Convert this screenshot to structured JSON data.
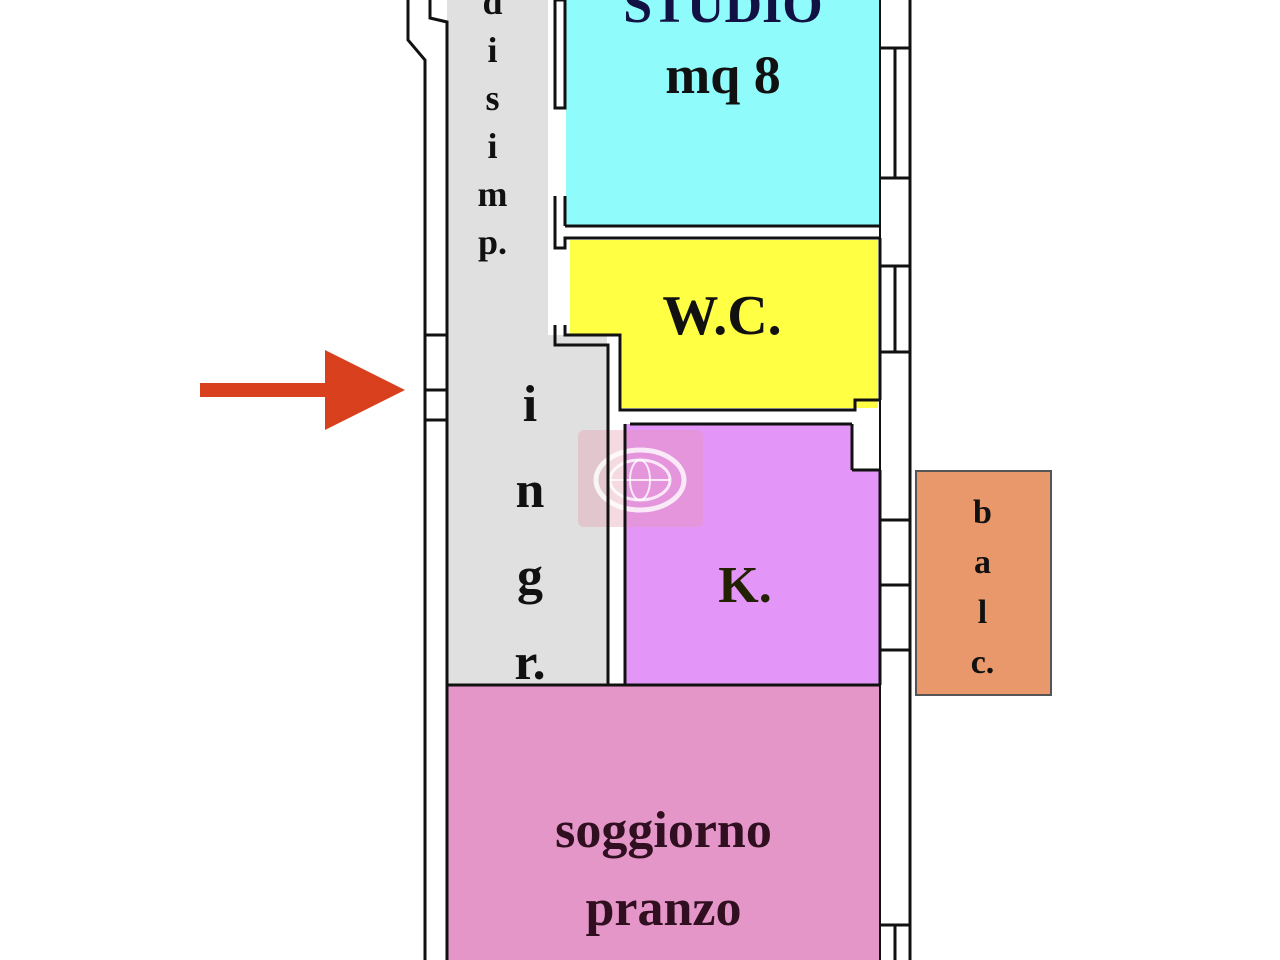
{
  "floorplan": {
    "rooms": {
      "studio": {
        "name": "STUDIO",
        "area": "mq 8",
        "color": "#90fbfb"
      },
      "disimpegno": {
        "letters": [
          "d",
          "i",
          "s",
          "i",
          "m",
          "p."
        ],
        "color": "#e0e0e0"
      },
      "wc": {
        "name": "W.C.",
        "color": "#ffff44"
      },
      "ingresso": {
        "letters": [
          "i",
          "n",
          "g",
          "r."
        ],
        "color": "#e0e0e0"
      },
      "kitchen": {
        "name": "K.",
        "color": "#e396f7"
      },
      "balcony": {
        "letters": [
          "b",
          "a",
          "l",
          "c."
        ],
        "color": "#e8986a"
      },
      "living": {
        "line1": "soggiorno",
        "line2": "pranzo",
        "color": "#e596c8"
      }
    },
    "entrance_arrow": {
      "icon": "arrow-right-icon",
      "color": "#d9401e"
    },
    "watermark": {
      "icon": "globe-logo-icon"
    }
  }
}
